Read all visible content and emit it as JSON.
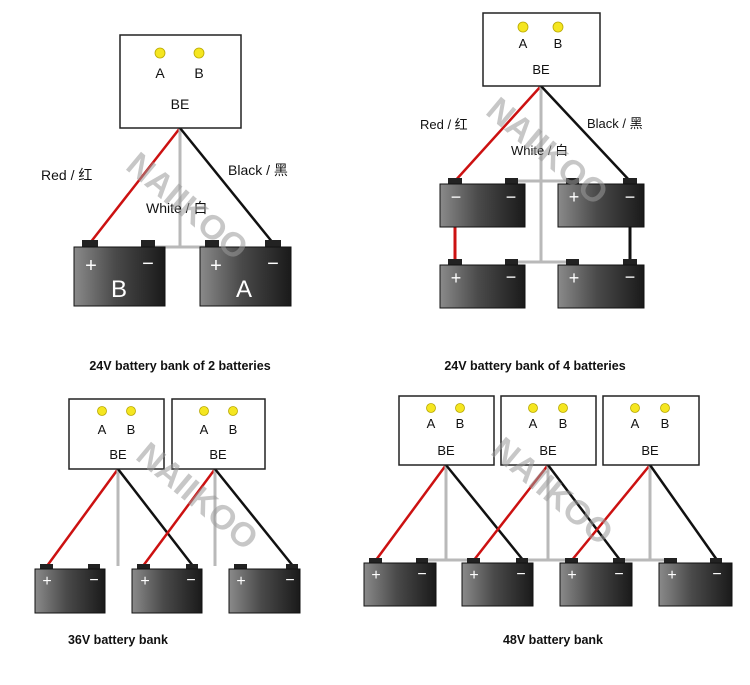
{
  "watermark": "NAIIKOO",
  "unit": {
    "led_a": "A",
    "led_b": "B",
    "name": "BE"
  },
  "terminals": {
    "plus": "+",
    "minus": "−"
  },
  "panel1": {
    "caption": "24V battery bank of 2 batteries",
    "wire_red": "Red / 红",
    "wire_white": "White / 白",
    "wire_black": "Black / 黑",
    "battery_left": "B",
    "battery_right": "A"
  },
  "panel2": {
    "caption": "24V battery bank of 4 batteries",
    "wire_red": "Red / 红",
    "wire_white": "White / 白",
    "wire_black": "Black / 黑"
  },
  "panel3": {
    "caption": "36V battery bank"
  },
  "panel4": {
    "caption": "48V battery bank"
  },
  "colors": {
    "red_wire": "#cc1111",
    "black_wire": "#111111",
    "white_wire": "#b9b9b9",
    "led": "#f5e620"
  }
}
